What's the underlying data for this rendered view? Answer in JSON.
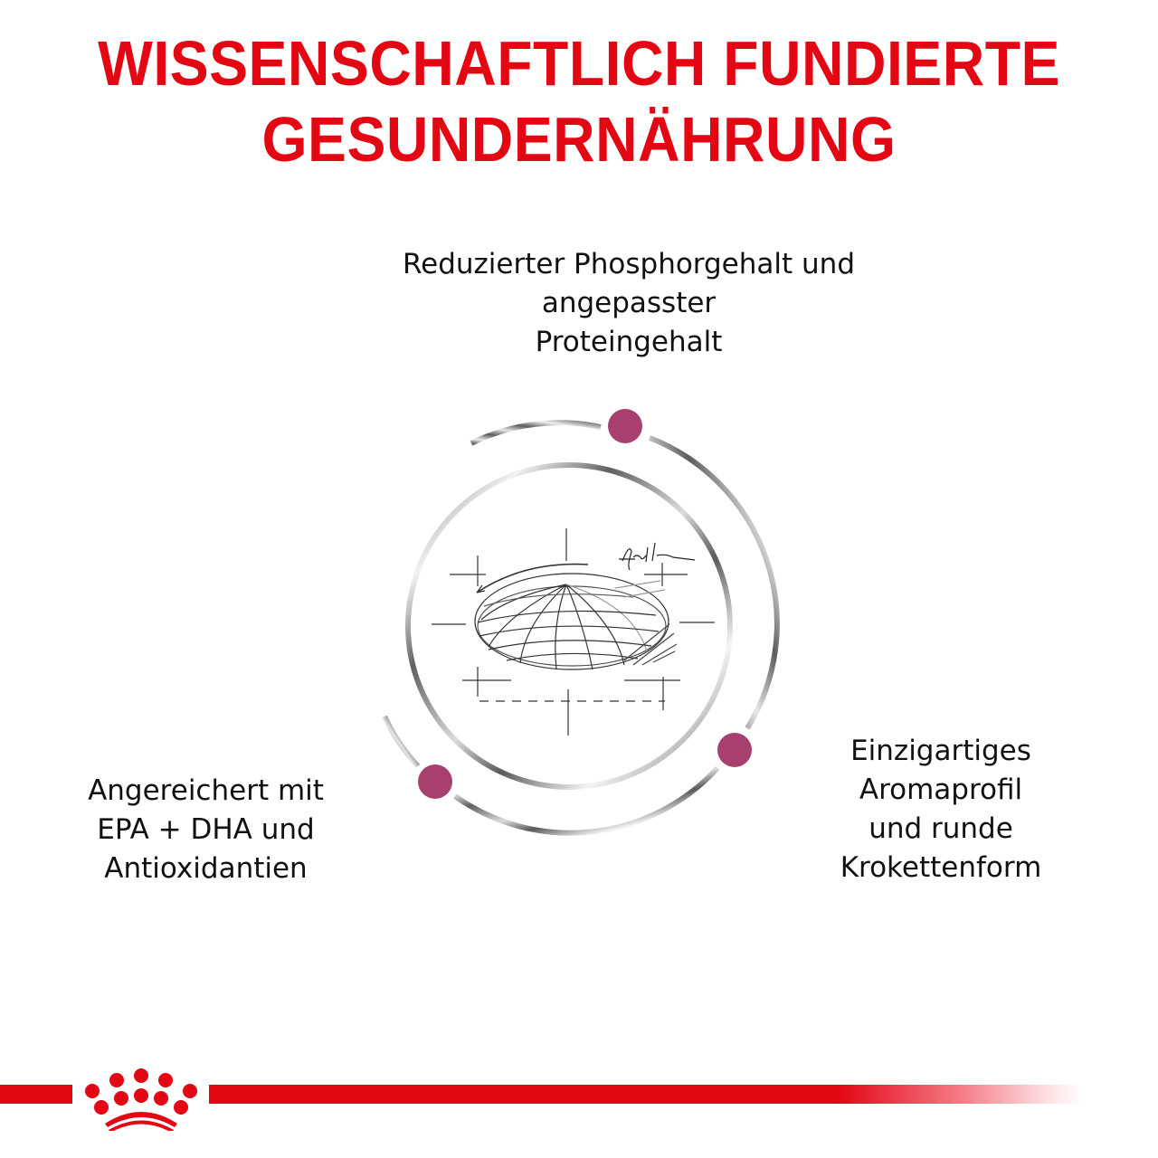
{
  "headline": {
    "line1": "WISSENSCHAFTLICH FUNDIERTE",
    "line2": "GESUNDERNÄHRUNG",
    "color": "#e30613"
  },
  "features": {
    "top": {
      "lines": [
        "Reduzierter Phosphorgehalt und",
        "angepasster",
        "Proteingehalt"
      ]
    },
    "left": {
      "lines": [
        "Angereichert mit",
        "EPA + DHA und",
        "Antioxidantien"
      ]
    },
    "right": {
      "lines": [
        "Einzigartiges",
        "Aromaprofil",
        "und runde",
        "Krokettenform"
      ]
    }
  },
  "graphic": {
    "icon": "kibble-sketch-icon",
    "dot_color": "#a8406f",
    "ring_color": "#6b6b6b"
  },
  "footer": {
    "logo": "royal-crown-logo-icon",
    "bar_color": "#e30613"
  }
}
